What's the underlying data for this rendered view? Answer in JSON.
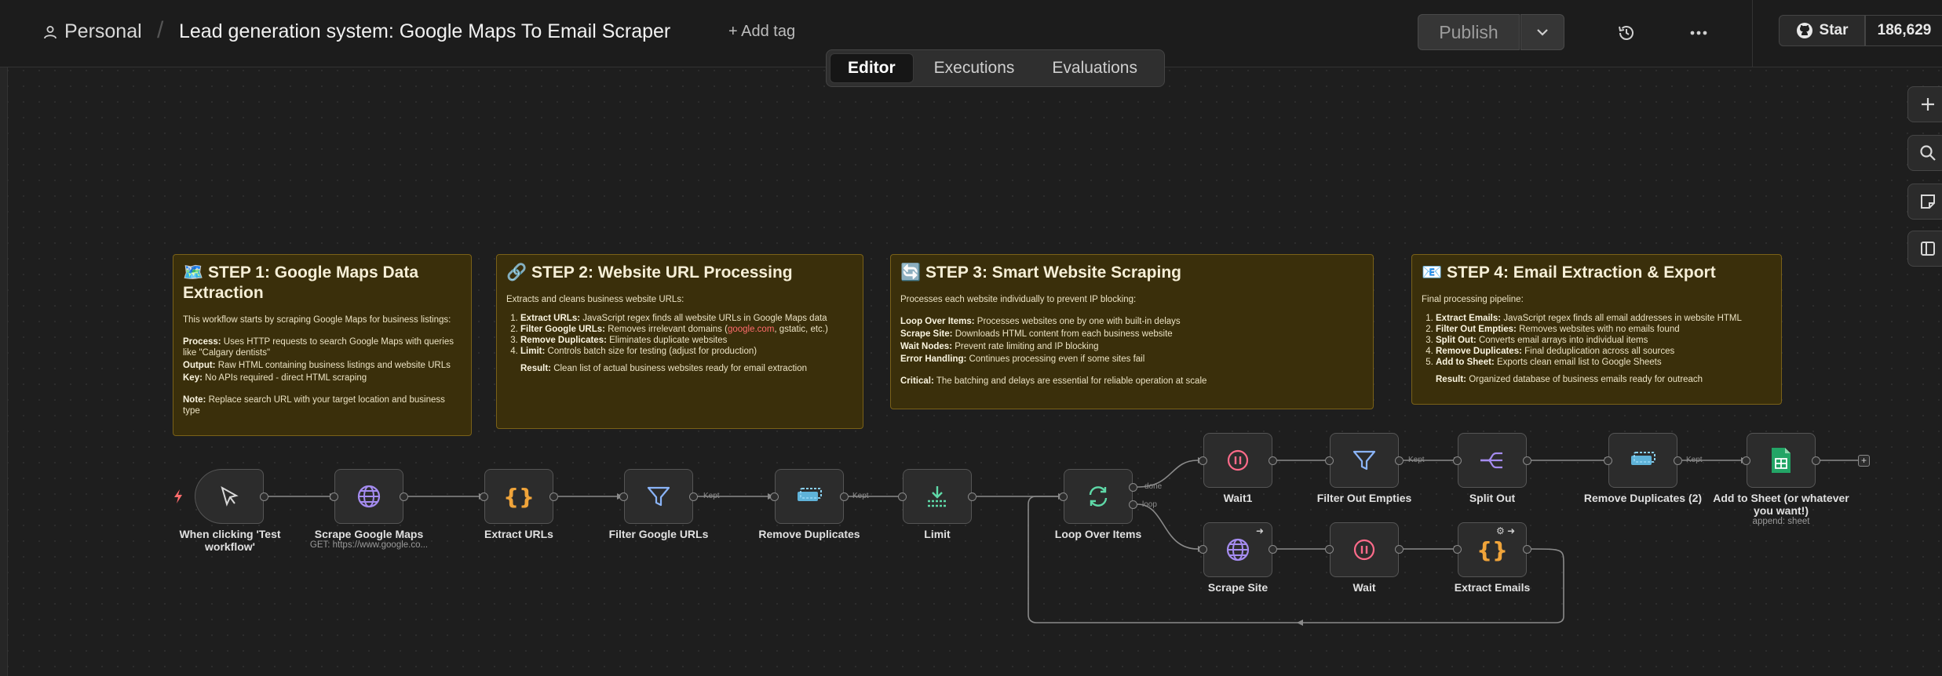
{
  "header": {
    "user": "Personal",
    "separator": "/",
    "title": "Lead generation system: Google Maps To Email Scraper",
    "add_tag": "+ Add tag",
    "publish": "Publish",
    "github_star": "Star",
    "github_count": "186,629"
  },
  "tabs": [
    "Editor",
    "Executions",
    "Evaluations"
  ],
  "notes": {
    "step1": {
      "icon": "🗺️",
      "title": "STEP 1: Google Maps Data Extraction",
      "intro": "This workflow starts by scraping Google Maps for business listings:",
      "process_label": "Process:",
      "process": "Uses HTTP requests to search Google Maps with queries like \"Calgary dentists\"",
      "output_label": "Output:",
      "output": "Raw HTML containing business listings and website URLs",
      "key_label": "Key:",
      "key": "No APIs required - direct HTML scraping",
      "note_label": "Note:",
      "note": "Replace search URL with your target location and business type"
    },
    "step2": {
      "icon": "🔗",
      "title": "STEP 2: Website URL Processing",
      "intro": "Extracts and cleans business website URLs:",
      "items": [
        {
          "label": "Extract URLs:",
          "text": "JavaScript regex finds all website URLs in Google Maps data"
        },
        {
          "label": "Filter Google URLs:",
          "text": "Removes irrelevant domains (",
          "link": "google.com",
          "after": ", gstatic, etc.)"
        },
        {
          "label": "Remove Duplicates:",
          "text": "Eliminates duplicate websites"
        },
        {
          "label": "Limit:",
          "text": "Controls batch size for testing (adjust for production)"
        }
      ],
      "result_label": "Result:",
      "result": "Clean list of actual business websites ready for email extraction"
    },
    "step3": {
      "icon": "🔄",
      "title": "STEP 3: Smart Website Scraping",
      "intro": "Processes each website individually to prevent IP blocking:",
      "lines": [
        {
          "label": "Loop Over Items:",
          "text": "Processes websites one by one with built-in delays"
        },
        {
          "label": "Scrape Site:",
          "text": "Downloads HTML content from each business website"
        },
        {
          "label": "Wait Nodes:",
          "text": "Prevent rate limiting and IP blocking"
        },
        {
          "label": "Error Handling:",
          "text": "Continues processing even if some sites fail"
        }
      ],
      "critical_label": "Critical:",
      "critical": "The batching and delays are essential for reliable operation at scale"
    },
    "step4": {
      "icon": "📧",
      "title": "STEP 4: Email Extraction & Export",
      "intro": "Final processing pipeline:",
      "items": [
        {
          "label": "Extract Emails:",
          "text": "JavaScript regex finds all email addresses in website HTML"
        },
        {
          "label": "Filter Out Empties:",
          "text": "Removes websites with no emails found"
        },
        {
          "label": "Split Out:",
          "text": "Converts email arrays into individual items"
        },
        {
          "label": "Remove Duplicates:",
          "text": "Final deduplication across all sources"
        },
        {
          "label": "Add to Sheet:",
          "text": "Exports clean email list to Google Sheets"
        }
      ],
      "result_label": "Result:",
      "result": "Organized database of business emails ready for outreach"
    }
  },
  "nodes": {
    "trigger": {
      "label": "When clicking 'Test workflow'",
      "icon": "cursor-icon"
    },
    "scrape_maps": {
      "label": "Scrape Google Maps",
      "sub": "GET: https://www.google.co...",
      "icon": "globe-icon"
    },
    "extract_urls": {
      "label": "Extract URLs",
      "icon": "code-icon"
    },
    "filter_google": {
      "label": "Filter Google URLs",
      "icon": "filter-icon"
    },
    "remove_dupes": {
      "label": "Remove Duplicates",
      "icon": "dedupe-icon"
    },
    "limit": {
      "label": "Limit",
      "icon": "limit-icon"
    },
    "loop": {
      "label": "Loop Over Items",
      "icon": "loop-icon"
    },
    "wait1": {
      "label": "Wait1",
      "icon": "pause-icon"
    },
    "filter_empties": {
      "label": "Filter Out Empties",
      "icon": "filter-icon"
    },
    "split_out": {
      "label": "Split Out",
      "icon": "split-icon"
    },
    "remove_dupes2": {
      "label": "Remove Duplicates (2)",
      "icon": "dedupe-icon"
    },
    "add_sheet": {
      "label": "Add to Sheet (or whatever you want!)",
      "sub": "append: sheet",
      "icon": "sheets-icon"
    },
    "scrape_site": {
      "label": "Scrape Site",
      "icon": "globe-icon"
    },
    "wait": {
      "label": "Wait",
      "icon": "pause-icon"
    },
    "extract_emails": {
      "label": "Extract Emails",
      "icon": "code-icon"
    }
  },
  "connection_labels": {
    "kept": "Kept",
    "done": "done",
    "loop": "loop"
  },
  "colors": {
    "accent_orange": "#f0a43a",
    "accent_blue": "#8ab4f8",
    "accent_purple": "#a58cf0",
    "accent_red": "#ff6b8a",
    "accent_green": "#5fd9a8",
    "sheets_green": "#23a566",
    "note_bg": "#3a2f0b"
  }
}
